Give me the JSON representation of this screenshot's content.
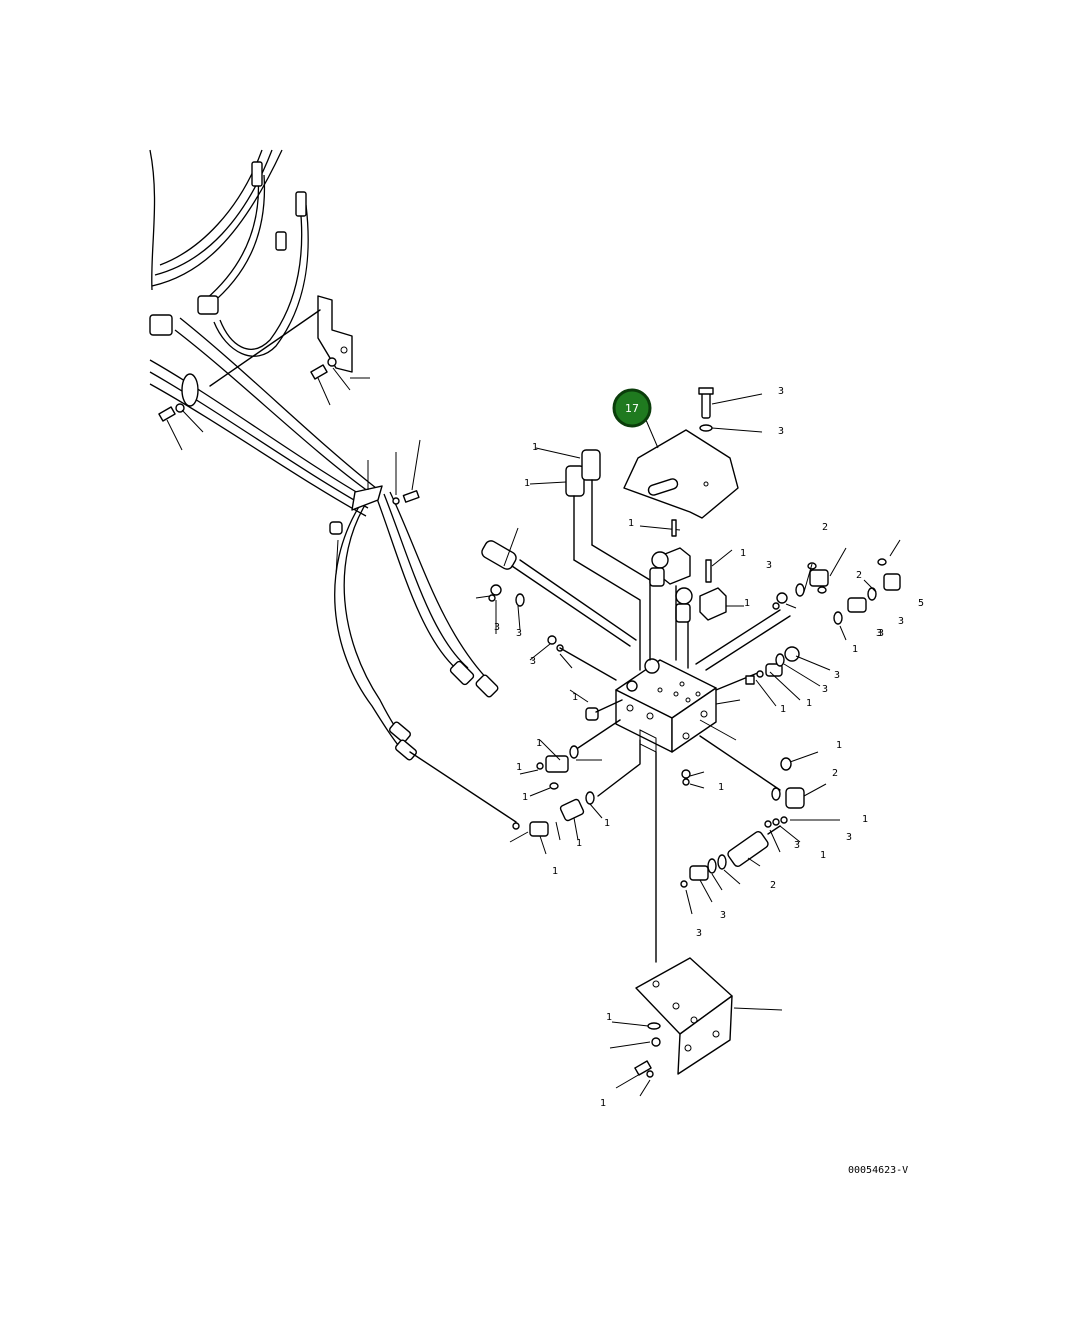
{
  "diagram": {
    "reference_code": "00054623-V",
    "highlight_marker": {
      "label": "17",
      "color": "#1f7a1f",
      "border_color": "#0b3d0b"
    },
    "callouts": [
      "3",
      "3",
      "1",
      "1",
      "1",
      "2",
      "1",
      "3",
      "2",
      "5",
      "3",
      "3",
      "1",
      "3",
      "1",
      "3",
      "3",
      "1",
      "1",
      "1",
      "2",
      "1",
      "3",
      "3",
      "1",
      "2",
      "3",
      "3",
      "1",
      "3",
      "3",
      "3",
      "1",
      "1",
      "1",
      "1",
      "1",
      "1",
      "1",
      "1",
      "1"
    ]
  }
}
